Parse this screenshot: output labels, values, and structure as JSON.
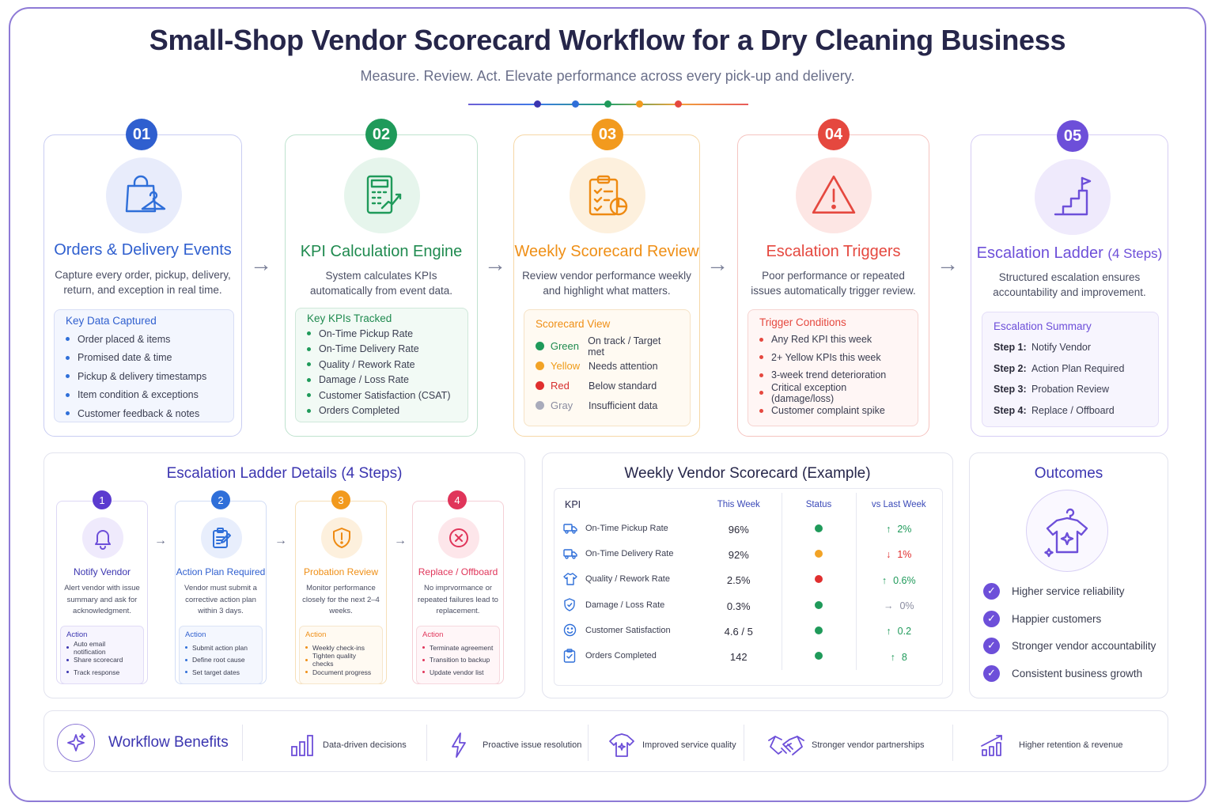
{
  "header": {
    "title": "Small-Shop Vendor Scorecard Workflow for a Dry Cleaning Business",
    "subtitle": "Measure. Review. Act. Elevate performance across every pick-up and delivery."
  },
  "colors": {
    "purple": "#6d4fd9",
    "blue": "#2f6fd9",
    "green": "#1f9a5a",
    "orange": "#f29a1e",
    "red": "#e5483f"
  },
  "stages": [
    {
      "number": "01",
      "icon": "shopping-bag-hanger-icon",
      "title": "Orders & Delivery Events",
      "desc": "Capture every order, pickup, delivery, return, and exception in real time.",
      "box_title": "Key Data Captured",
      "items": [
        "Order placed & items",
        "Promised date & time",
        "Pickup & delivery timestamps",
        "Item condition & exceptions",
        "Customer feedback & notes"
      ]
    },
    {
      "number": "02",
      "icon": "calculator-chart-icon",
      "title": "KPI Calculation Engine",
      "desc": "System calculates KPIs automatically from event data.",
      "box_title": "Key KPIs Tracked",
      "items": [
        "On-Time Pickup Rate",
        "On-Time Delivery Rate",
        "Quality / Rework Rate",
        "Damage / Loss Rate",
        "Customer Satisfaction (CSAT)",
        "Orders Completed"
      ]
    },
    {
      "number": "03",
      "icon": "clipboard-checklist-icon",
      "title": "Weekly Scorecard Review",
      "desc": "Review vendor performance weekly and highlight what matters.",
      "box_title": "Scorecard View",
      "legend": [
        {
          "label": "Green",
          "meaning": "On track / Target met",
          "color": "#1f9a5a"
        },
        {
          "label": "Yellow",
          "meaning": "Needs attention",
          "color": "#f2a326"
        },
        {
          "label": "Red",
          "meaning": "Below standard",
          "color": "#e02f2f"
        },
        {
          "label": "Gray",
          "meaning": "Insufficient data",
          "color": "#a9abbb"
        }
      ]
    },
    {
      "number": "04",
      "icon": "warning-triangle-icon",
      "title": "Escalation Triggers",
      "desc": "Poor performance or repeated issues automatically trigger review.",
      "box_title": "Trigger Conditions",
      "items": [
        "Any Red KPI this week",
        "2+ Yellow KPIs this week",
        "3-week trend deterioration",
        "Critical exception (damage/loss)",
        "Customer complaint spike"
      ]
    },
    {
      "number": "05",
      "icon": "stairs-flag-icon",
      "title": "Escalation Ladder",
      "title_suffix": "(4 Steps)",
      "desc": "Structured escalation ensures accountability and improvement.",
      "box_title": "Escalation Summary",
      "steps": [
        {
          "label": "Step 1:",
          "text": "Notify Vendor"
        },
        {
          "label": "Step 2:",
          "text": "Action Plan Required"
        },
        {
          "label": "Step 3:",
          "text": "Probation Review"
        },
        {
          "label": "Step 4:",
          "text": "Replace / Offboard"
        }
      ]
    }
  ],
  "ladder": {
    "title": "Escalation Ladder Details (4 Steps)",
    "steps": [
      {
        "number": "1",
        "icon": "bell-icon",
        "title": "Notify Vendor",
        "desc": "Alert vendor with issue summary and ask for acknowledgment.",
        "action_title": "Action",
        "actions": [
          "Auto email notification",
          "Share scorecard",
          "Track response"
        ]
      },
      {
        "number": "2",
        "icon": "clipboard-edit-icon",
        "title": "Action Plan Required",
        "desc": "Vendor must submit a corrective action plan within 3 days.",
        "action_title": "Action",
        "actions": [
          "Submit action plan",
          "Define root cause",
          "Set target dates"
        ]
      },
      {
        "number": "3",
        "icon": "shield-alert-icon",
        "title": "Probation Review",
        "desc": "Monitor performance closely for the next 2–4 weeks.",
        "action_title": "Action",
        "actions": [
          "Weekly check-ins",
          "Tighten quality checks",
          "Document progress"
        ]
      },
      {
        "number": "4",
        "icon": "x-circle-icon",
        "title": "Replace / Offboard",
        "desc": "No imprvormance or repeated failures lead to replacement.",
        "action_title": "Action",
        "actions": [
          "Terminate agreement",
          "Transition to backup",
          "Update vendor list"
        ]
      }
    ]
  },
  "scorecard": {
    "title": "Weekly Vendor Scorecard (Example)",
    "headers": [
      "KPI",
      "This Week",
      "Status",
      "vs Last Week"
    ],
    "rows": [
      {
        "icon": "truck-icon",
        "kpi": "On-Time Pickup Rate",
        "value": "96%",
        "status": "green",
        "trend": "up",
        "change": "2%"
      },
      {
        "icon": "truck-icon",
        "kpi": "On-Time Delivery Rate",
        "value": "92%",
        "status": "yellow",
        "trend": "down",
        "change": "1%"
      },
      {
        "icon": "shirt-icon",
        "kpi": "Quality / Rework Rate",
        "value": "2.5%",
        "status": "red",
        "trend": "up",
        "change": "0.6%"
      },
      {
        "icon": "shield-icon",
        "kpi": "Damage / Loss Rate",
        "value": "0.3%",
        "status": "green",
        "trend": "flat",
        "change": "0%"
      },
      {
        "icon": "smile-icon",
        "kpi": "Customer Satisfaction",
        "value": "4.6 / 5",
        "status": "green",
        "trend": "up",
        "change": "0.2"
      },
      {
        "icon": "clipboard-check-icon",
        "kpi": "Orders Completed",
        "value": "142",
        "status": "green",
        "trend": "up",
        "change": "8"
      }
    ]
  },
  "outcomes": {
    "title": "Outcomes",
    "icon": "shirt-sparkle-icon",
    "items": [
      "Higher service reliability",
      "Happier customers",
      "Stronger vendor accountability",
      "Consistent business growth"
    ]
  },
  "benefits": {
    "title": "Workflow Benefits",
    "icon": "sparkle-icon",
    "items": [
      {
        "icon": "bar-chart-icon",
        "label": "Data-driven decisions"
      },
      {
        "icon": "lightning-icon",
        "label": "Proactive issue resolution"
      },
      {
        "icon": "shirt-icon",
        "label": "Improved service quality"
      },
      {
        "icon": "handshake-icon",
        "label": "Stronger vendor partnerships"
      },
      {
        "icon": "growth-chart-icon",
        "label": "Higher retention & revenue"
      }
    ]
  }
}
